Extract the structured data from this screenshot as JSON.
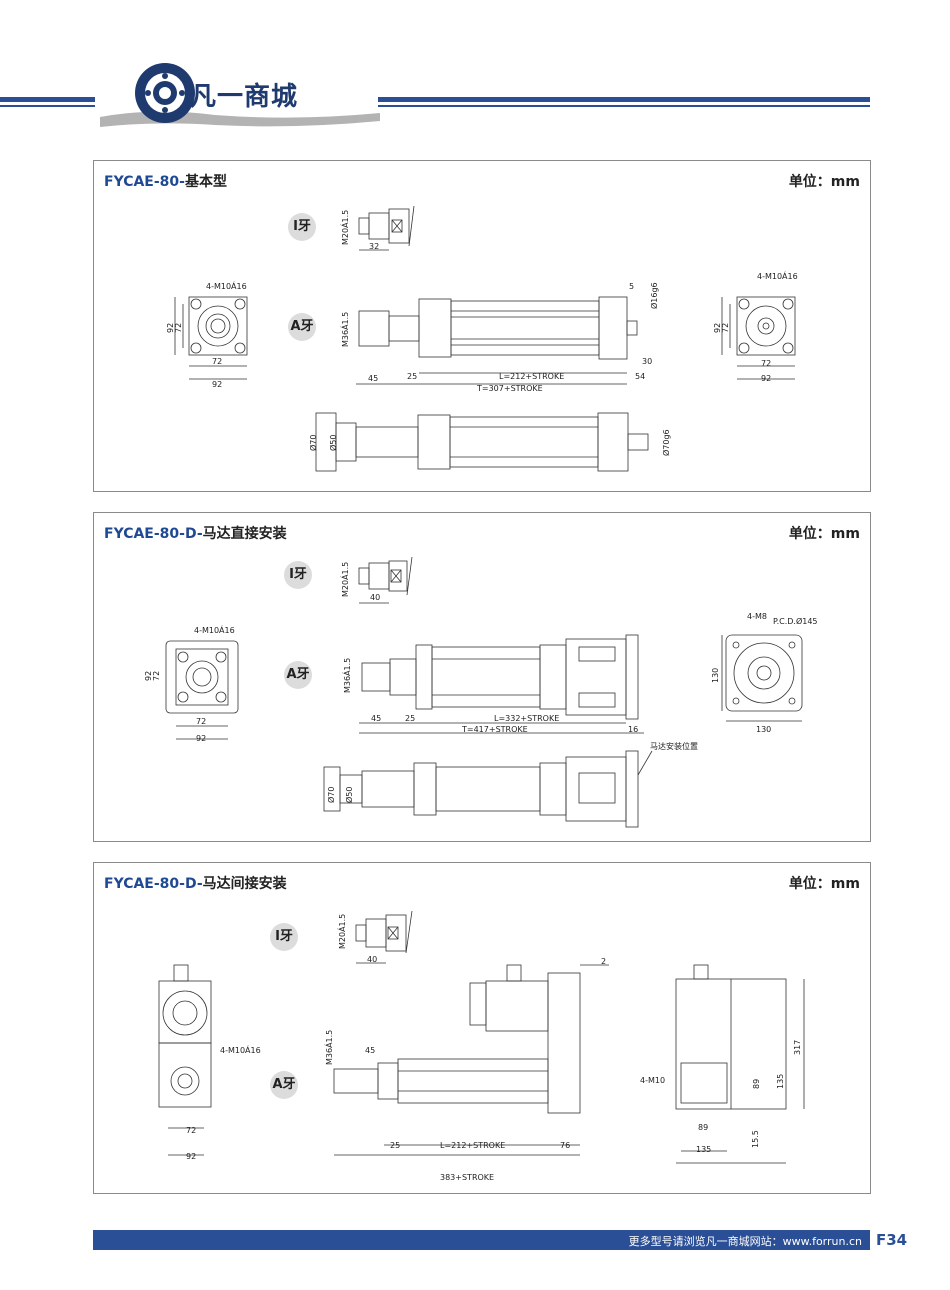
{
  "header": {
    "brand": "凡一商城",
    "colors": {
      "primary": "#2a4f96",
      "logo_dark": "#1f3a6e"
    }
  },
  "sections": [
    {
      "model": "FYCAE-80-",
      "variant": "基本型",
      "unit": "单位：mm",
      "badges": {
        "i_thread": "I牙",
        "a_thread": "A牙"
      },
      "labels": {
        "i_thread_dia": "M20Á1.5",
        "i_thread_len": "32",
        "flange_holes": "4-M10Á16",
        "square_outer": "92",
        "square_inner": "72",
        "a_thread_dia": "M36Á1.5",
        "rod_len": "45",
        "body_offset": "25",
        "length_formula": "L=212+STROKE",
        "total_formula": "T=307+STROKE",
        "end_flange": "5",
        "shaft_dia": "Ø16g6",
        "end_cap": "30",
        "end_len": "54",
        "right_holes": "4-M10Á16",
        "right_outer": "92",
        "right_inner": "72",
        "body_dia": "Ø70",
        "rod_dia": "Ø50",
        "end_dia": "Ø70g6"
      }
    },
    {
      "model": "FYCAE-80-D-",
      "variant": "马达直接安装",
      "unit": "单位：mm",
      "badges": {
        "i_thread": "I牙",
        "a_thread": "A牙"
      },
      "labels": {
        "i_thread_dia": "M20Á1.5",
        "i_thread_len": "40",
        "flange_holes": "4-M10Á16",
        "square_outer": "92",
        "square_inner": "72",
        "a_thread_dia": "M36Á1.5",
        "rod_len": "45",
        "body_offset": "25",
        "length_formula": "L=332+STROKE",
        "total_formula": "T=417+STROKE",
        "flange_thk": "16",
        "motor_holes": "4-M8",
        "pcd": "P.C.D.Ø145",
        "motor_square": "130",
        "motor_square_b": "130",
        "body_dia": "Ø70",
        "rod_dia": "Ø50",
        "motor_mount": "马达安装位置"
      }
    },
    {
      "model": "FYCAE-80-D-",
      "variant": "马达间接安装",
      "unit": "单位：mm",
      "badges": {
        "i_thread": "I牙",
        "a_thread": "A牙"
      },
      "labels": {
        "i_thread_dia": "M20Á1.5",
        "i_thread_len": "40",
        "flange_holes": "4-M10Á16",
        "square_inner": "72",
        "square_outer": "92",
        "a_thread_dia": "M36Á1.5",
        "rod_len": "45",
        "body_offset": "25",
        "length_formula": "L=212+STROKE",
        "gear_len": "76",
        "total_formula": "383+STROKE",
        "gap": "2",
        "height": "317",
        "side_holes": "4-M10",
        "hole_h": "89",
        "hole_w": "89",
        "side_h": "135",
        "side_w": "135",
        "base_off": "15.5"
      }
    }
  ],
  "footer": {
    "text": "更多型号请浏览凡一商城网站：www.forrun.cn",
    "page": "F34"
  }
}
